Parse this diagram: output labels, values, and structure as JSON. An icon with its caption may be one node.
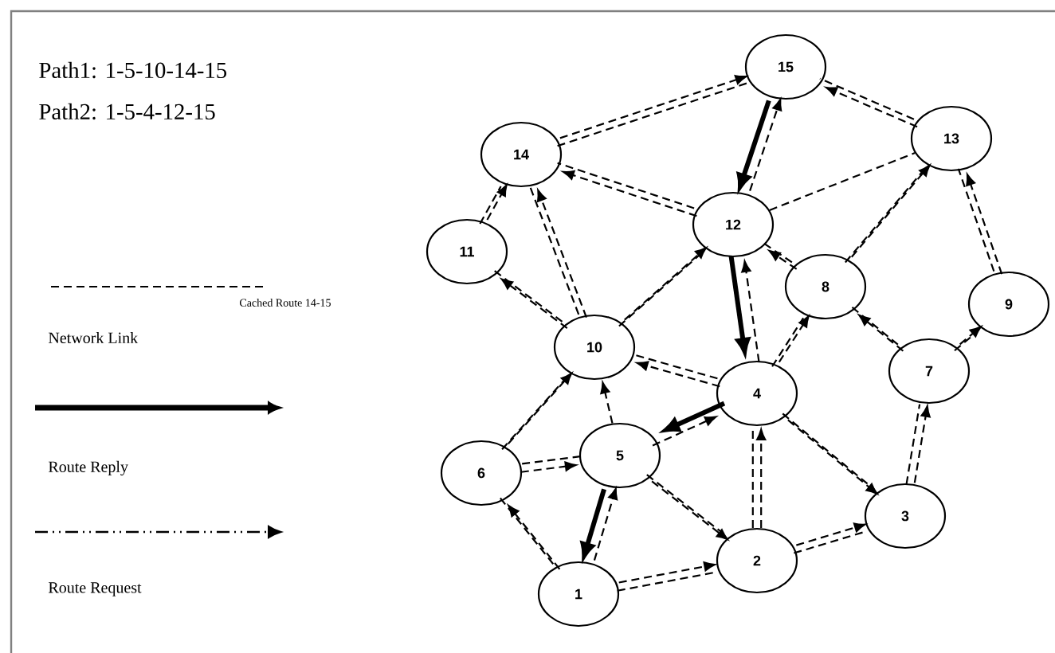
{
  "diagram": {
    "nodes": [
      {
        "text": [
          "1"
        ]
      },
      {
        "text": [
          "2"
        ]
      },
      {
        "text": [
          "3"
        ]
      },
      {
        "text": [
          "4"
        ]
      },
      {
        "text": [
          "5"
        ]
      },
      {
        "text": [
          "6"
        ]
      },
      {
        "text": [
          "7"
        ]
      },
      {
        "text": [
          "8"
        ]
      },
      {
        "text": [
          "9"
        ]
      },
      {
        "text": [
          "10"
        ]
      },
      {
        "text": [
          "11"
        ]
      },
      {
        "text": [
          "12"
        ]
      },
      {
        "text": [
          "13"
        ]
      },
      {
        "text": [
          "14"
        ]
      },
      {
        "text": [
          "15"
        ]
      }
    ],
    "edges": [
      {
        "from": 0,
        "to": 1,
        "arrow": "none",
        "style": "dashed"
      },
      {
        "from": 0,
        "to": 1,
        "arrow": "to",
        "style": "dashed"
      },
      {
        "from": 4,
        "to": 0,
        "arrow": "to",
        "style": "thick"
      },
      {
        "from": 0,
        "to": 4,
        "arrow": "to",
        "style": "dashed"
      },
      {
        "from": 0,
        "to": 5,
        "arrow": "none",
        "style": "dashed"
      },
      {
        "from": 0,
        "to": 5,
        "arrow": "to",
        "style": "dashed"
      },
      {
        "from": 5,
        "to": 4,
        "arrow": "none",
        "style": "dashed"
      },
      {
        "from": 5,
        "to": 4,
        "arrow": "to",
        "style": "dashed"
      },
      {
        "from": 5,
        "to": 9,
        "arrow": "none",
        "style": "dashed"
      },
      {
        "from": 5,
        "to": 9,
        "arrow": "to",
        "style": "dashed"
      },
      {
        "from": 4,
        "to": 9,
        "arrow": "to",
        "style": "dashed"
      },
      {
        "from": 3,
        "to": 4,
        "arrow": "to",
        "style": "thick"
      },
      {
        "from": 4,
        "to": 3,
        "arrow": "to",
        "style": "dashed"
      },
      {
        "from": 4,
        "to": 1,
        "arrow": "none",
        "style": "dashed"
      },
      {
        "from": 4,
        "to": 1,
        "arrow": "to",
        "style": "dashed"
      },
      {
        "from": 1,
        "to": 3,
        "arrow": "none",
        "style": "dashed"
      },
      {
        "from": 1,
        "to": 3,
        "arrow": "to",
        "style": "dashed"
      },
      {
        "from": 1,
        "to": 2,
        "arrow": "none",
        "style": "dashed"
      },
      {
        "from": 1,
        "to": 2,
        "arrow": "to",
        "style": "dashed"
      },
      {
        "from": 3,
        "to": 2,
        "arrow": "none",
        "style": "dashed"
      },
      {
        "from": 3,
        "to": 2,
        "arrow": "to",
        "style": "dashed"
      },
      {
        "from": 3,
        "to": 9,
        "arrow": "none",
        "style": "dashed"
      },
      {
        "from": 3,
        "to": 9,
        "arrow": "to",
        "style": "dashed"
      },
      {
        "from": 3,
        "to": 7,
        "arrow": "none",
        "style": "dashed"
      },
      {
        "from": 3,
        "to": 7,
        "arrow": "to",
        "style": "dashed"
      },
      {
        "from": 11,
        "to": 3,
        "arrow": "to",
        "style": "thick"
      },
      {
        "from": 3,
        "to": 11,
        "arrow": "to",
        "style": "dashed"
      },
      {
        "from": 2,
        "to": 6,
        "arrow": "none",
        "style": "dashed"
      },
      {
        "from": 2,
        "to": 6,
        "arrow": "to",
        "style": "dashed"
      },
      {
        "from": 6,
        "to": 7,
        "arrow": "none",
        "style": "dashed"
      },
      {
        "from": 6,
        "to": 7,
        "arrow": "to",
        "style": "dashed"
      },
      {
        "from": 6,
        "to": 8,
        "arrow": "none",
        "style": "dashed"
      },
      {
        "from": 6,
        "to": 8,
        "arrow": "to",
        "style": "dashed"
      },
      {
        "from": 8,
        "to": 12,
        "arrow": "none",
        "style": "dashed"
      },
      {
        "from": 8,
        "to": 12,
        "arrow": "to",
        "style": "dashed"
      },
      {
        "from": 7,
        "to": 11,
        "arrow": "none",
        "style": "dashed"
      },
      {
        "from": 7,
        "to": 11,
        "arrow": "to",
        "style": "dashed"
      },
      {
        "from": 7,
        "to": 12,
        "arrow": "none",
        "style": "dashed"
      },
      {
        "from": 7,
        "to": 12,
        "arrow": "to",
        "style": "dashed"
      },
      {
        "from": 9,
        "to": 10,
        "arrow": "none",
        "style": "dashed"
      },
      {
        "from": 9,
        "to": 10,
        "arrow": "to",
        "style": "dashed"
      },
      {
        "from": 9,
        "to": 13,
        "arrow": "none",
        "style": "dashed"
      },
      {
        "from": 9,
        "to": 13,
        "arrow": "to",
        "style": "dashed"
      },
      {
        "from": 9,
        "to": 11,
        "arrow": "none",
        "style": "dashed"
      },
      {
        "from": 9,
        "to": 11,
        "arrow": "to",
        "style": "dashed"
      },
      {
        "from": 10,
        "to": 13,
        "arrow": "none",
        "style": "dashed"
      },
      {
        "from": 10,
        "to": 13,
        "arrow": "to",
        "style": "dashed"
      },
      {
        "from": 11,
        "to": 13,
        "arrow": "none",
        "style": "dashed"
      },
      {
        "from": 11,
        "to": 13,
        "arrow": "to",
        "style": "dashed"
      },
      {
        "from": 14,
        "to": 11,
        "arrow": "to",
        "style": "thick"
      },
      {
        "from": 11,
        "to": 14,
        "arrow": "to",
        "style": "dashed"
      },
      {
        "from": 11,
        "to": 12,
        "arrow": "none",
        "style": "dashed"
      },
      {
        "from": 13,
        "to": 14,
        "arrow": "none",
        "style": "dashed"
      },
      {
        "from": 13,
        "to": 14,
        "arrow": "to",
        "style": "dashed"
      },
      {
        "from": 12,
        "to": 14,
        "arrow": "none",
        "style": "dashed"
      },
      {
        "from": 12,
        "to": 14,
        "arrow": "to",
        "style": "dashed"
      }
    ],
    "labels": [
      "Path1: 1-5-10-14-15",
      "Path2: 1-5-4-12-15",
      "Cached Route 14-15"
    ],
    "legend": [
      {
        "text": "Network Link"
      },
      {
        "text": "Route Reply"
      },
      {
        "text": "Route Request"
      }
    ]
  }
}
